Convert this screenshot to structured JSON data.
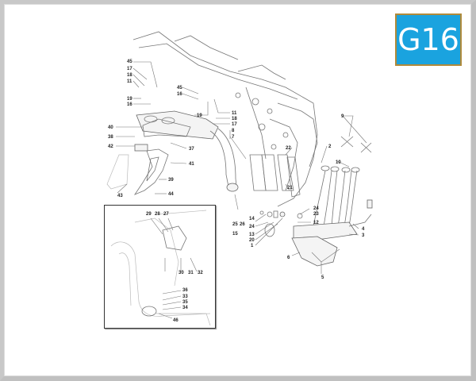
{
  "badge": {
    "label": "G16",
    "bg_color": "#1aa3df",
    "border_color": "#b08a3a"
  },
  "diagram": {
    "type": "exploded-parts-view",
    "subject": "motorcycle frame and exhaust manifold assembly",
    "callouts": {
      "c45a": "45",
      "c17a": "17",
      "c18a": "18",
      "c11a": "11",
      "c19a": "19",
      "c16a": "16",
      "c45b": "45",
      "c16b": "16",
      "c19b": "19",
      "c11b": "11",
      "c18b": "18",
      "c17b": "17",
      "c8": "8",
      "c7": "7",
      "c40": "40",
      "c38": "38",
      "c42": "42",
      "c37": "37",
      "c41": "41",
      "c39": "39",
      "c43": "43",
      "c44": "44",
      "c22": "22",
      "c21": "21",
      "c2": "2",
      "c9": "9",
      "c10": "10",
      "c14": "14",
      "c24a": "24",
      "c13": "13",
      "c20": "20",
      "c1": "1",
      "c25": "25",
      "c26": "26",
      "c15": "15",
      "c24b": "24",
      "c23": "23",
      "c12": "12",
      "c6": "6",
      "c5": "5",
      "c4": "4",
      "c3": "3",
      "c29": "29",
      "c28": "28",
      "c27": "27",
      "c30": "30",
      "c31": "31",
      "c32": "32",
      "c36": "36",
      "c33": "33",
      "c35": "35",
      "c34": "34",
      "c46": "46"
    }
  }
}
